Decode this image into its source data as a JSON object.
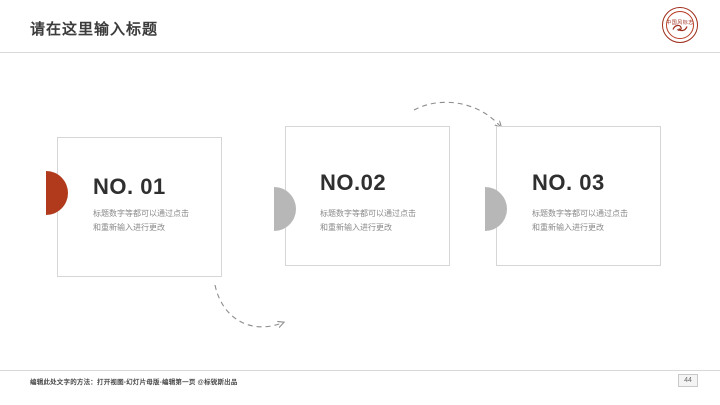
{
  "header": {
    "title": "请在这里输入标题",
    "logo": {
      "name": "circular-brand-logo",
      "text": "中国风标志",
      "color": "#9e2b18"
    }
  },
  "cards": [
    {
      "number": "NO. 01",
      "description": "标题数字等都可以通过点击和重新输入进行更改",
      "accent_color": "#b13a1c"
    },
    {
      "number": "NO.02",
      "description": "标题数字等都可以通过点击和重新输入进行更改",
      "accent_color": "#b7b7b7"
    },
    {
      "number": "NO. 03",
      "description": "标题数字等都可以通过点击和重新输入进行更改",
      "accent_color": "#b7b7b7"
    }
  ],
  "footer": {
    "note": "编辑此处文字的方法：打开视图-幻灯片母版-编辑第一页 @标锐斯出品",
    "page_number": "44"
  }
}
